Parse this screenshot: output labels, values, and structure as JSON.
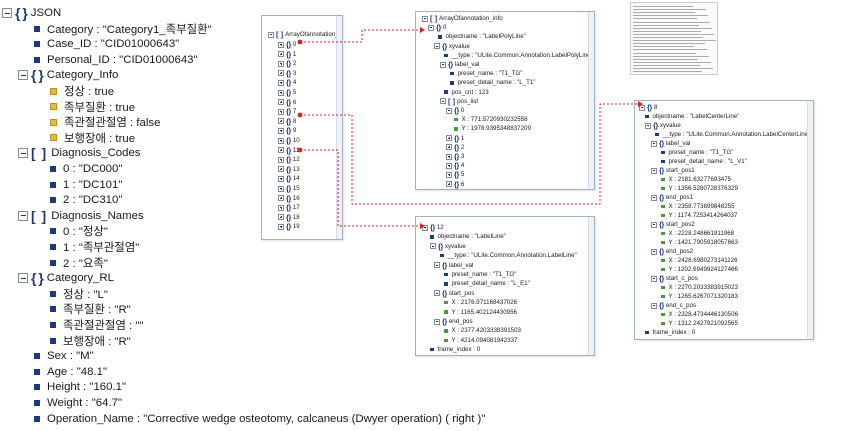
{
  "left_tree": {
    "root": "JSON",
    "rows": [
      {
        "kind": "root",
        "text": "JSON"
      },
      {
        "kind": "leaf",
        "text": "Category : \"Category1_족부질환\""
      },
      {
        "kind": "leaf",
        "text": "Case_ID : \"CID01000643\""
      },
      {
        "kind": "leaf",
        "text": "Personal_ID : \"CID01000643\""
      },
      {
        "kind": "object",
        "text": "Category_Info"
      },
      {
        "kind": "bool",
        "text": "정상 : true"
      },
      {
        "kind": "bool",
        "text": "족부질환 : true"
      },
      {
        "kind": "bool",
        "text": "족관절관절염 : false"
      },
      {
        "kind": "bool",
        "text": "보행장애 : true"
      },
      {
        "kind": "array",
        "text": "Diagnosis_Codes"
      },
      {
        "kind": "leaf",
        "text": "0 : \"DC000\""
      },
      {
        "kind": "leaf",
        "text": "1 : \"DC101\""
      },
      {
        "kind": "leaf",
        "text": "2 : \"DC310\""
      },
      {
        "kind": "array",
        "text": "Diagnosis_Names"
      },
      {
        "kind": "leaf",
        "text": "0 : \"정상\""
      },
      {
        "kind": "leaf",
        "text": "1 : \"족부관절염\""
      },
      {
        "kind": "leaf",
        "text": "2 : \"요족\""
      },
      {
        "kind": "object",
        "text": "Category_RL"
      },
      {
        "kind": "leaf",
        "text": "정상 : \"L\""
      },
      {
        "kind": "leaf",
        "text": "족부질환 : \"R\""
      },
      {
        "kind": "leaf",
        "text": "족관절관절염 : \"\""
      },
      {
        "kind": "leaf",
        "text": "보행장애 : \"R\""
      },
      {
        "kind": "leaf",
        "text": "Sex : \"M\""
      },
      {
        "kind": "leaf",
        "text": "Age : \"48.1\""
      },
      {
        "kind": "leaf",
        "text": "Height : \"160.1\""
      },
      {
        "kind": "leaf",
        "text": "Weight : \"64.7\""
      },
      {
        "kind": "leaf",
        "text": "Operation_Name : \"Corrective wedge osteotomy, calcaneus (Dwyer operation) ( right )\""
      }
    ]
  },
  "panel_array": {
    "header": "ArrayOfannotation_info",
    "items": [
      "0",
      "1",
      "2",
      "3",
      "4",
      "5",
      "6",
      "7",
      "8",
      "9",
      "10",
      "11",
      "12",
      "13",
      "14",
      "15",
      "16",
      "17",
      "18",
      "19"
    ]
  },
  "panel_item0": {
    "rows": [
      {
        "kind": "title",
        "text": "ArrayOfannotation_info"
      },
      {
        "kind": "object",
        "text": "0"
      },
      {
        "kind": "leaf",
        "text": "objectname : \"LabelPolyLine\""
      },
      {
        "kind": "object",
        "text": "xyvalue"
      },
      {
        "kind": "leaf",
        "text": "__type : \"ULite.Common.Annotation.LabelPolyLine\""
      },
      {
        "kind": "object",
        "text": "label_val"
      },
      {
        "kind": "leaf",
        "text": "preset_name : \"T1_TG\""
      },
      {
        "kind": "leaf",
        "text": "preset_detail_name : \"L_T1\""
      },
      {
        "kind": "leaf",
        "text": "pos_cnt : 123"
      },
      {
        "kind": "array",
        "text": "pos_list"
      },
      {
        "kind": "object",
        "text": "0"
      },
      {
        "kind": "gleaf",
        "text": "X : 771.5720930232558"
      },
      {
        "kind": "gleaf",
        "text": "Y : 1978.9395348837209"
      },
      {
        "kind": "collapsed",
        "text": "1"
      },
      {
        "kind": "collapsed",
        "text": "2"
      },
      {
        "kind": "collapsed",
        "text": "3"
      },
      {
        "kind": "collapsed",
        "text": "4"
      },
      {
        "kind": "collapsed",
        "text": "5"
      },
      {
        "kind": "collapsed",
        "text": "6"
      }
    ]
  },
  "panel_item8": {
    "rows": [
      {
        "kind": "object",
        "text": "8"
      },
      {
        "kind": "leaf",
        "text": "objectname : \"LabelCenterLine\""
      },
      {
        "kind": "object",
        "text": "xyvalue"
      },
      {
        "kind": "leaf",
        "text": "__type : \"ULite.Common.Annotation.LabelCenterLine\""
      },
      {
        "kind": "object",
        "text": "label_val"
      },
      {
        "kind": "leaf",
        "text": "preset_name : \"T1_TG\""
      },
      {
        "kind": "leaf",
        "text": "preset_detail_name : \"L_V1\""
      },
      {
        "kind": "object",
        "text": "start_pos1"
      },
      {
        "kind": "gleaf",
        "text": "X : 2181.63277693475"
      },
      {
        "kind": "gleaf",
        "text": "Y : 1356.5280728376329"
      },
      {
        "kind": "object",
        "text": "end_pos1"
      },
      {
        "kind": "gleaf",
        "text": "X : 2358.773899848255"
      },
      {
        "kind": "gleaf",
        "text": "Y : 1174.7253414264037"
      },
      {
        "kind": "object",
        "text": "start_pos2"
      },
      {
        "kind": "gleaf",
        "text": "X : 2228.248661911968"
      },
      {
        "kind": "gleaf",
        "text": "Y : 1421.7905918057663"
      },
      {
        "kind": "object",
        "text": "end_pos2"
      },
      {
        "kind": "gleaf",
        "text": "X : 2428.6980273141126"
      },
      {
        "kind": "gleaf",
        "text": "Y : 1202.6949924127466"
      },
      {
        "kind": "object",
        "text": "start_c_pos"
      },
      {
        "kind": "gleaf",
        "text": "X : 2270.2033383915023"
      },
      {
        "kind": "gleaf",
        "text": "Y : 1265.6267071320183"
      },
      {
        "kind": "object",
        "text": "end_c_pos"
      },
      {
        "kind": "gleaf",
        "text": "X : 2328.4734446130506"
      },
      {
        "kind": "gleaf",
        "text": "Y : 1312.2427921092565"
      },
      {
        "kind": "leaf",
        "text": "frame_index : 0"
      }
    ]
  },
  "panel_item12": {
    "rows": [
      {
        "kind": "object",
        "text": "12"
      },
      {
        "kind": "leaf",
        "text": "objectname : \"LabelLine\""
      },
      {
        "kind": "object",
        "text": "xyvalue"
      },
      {
        "kind": "leaf",
        "text": "__type : \"ULite.Common.Annotation.LabelLine\""
      },
      {
        "kind": "object",
        "text": "label_val"
      },
      {
        "kind": "leaf",
        "text": "preset_name : \"T1_TG\""
      },
      {
        "kind": "leaf",
        "text": "preset_detail_name : \"L_E1\""
      },
      {
        "kind": "object",
        "text": "start_pos"
      },
      {
        "kind": "gleaf",
        "text": "X : 2176.971168437026"
      },
      {
        "kind": "gleaf",
        "text": "Y : 1165.402124430956"
      },
      {
        "kind": "object",
        "text": "end_pos"
      },
      {
        "kind": "gleaf",
        "text": "X : 2377.4203338391503"
      },
      {
        "kind": "gleaf",
        "text": "Y : 4214.094081942337"
      },
      {
        "kind": "leaf",
        "text": "frame_index : 0"
      }
    ]
  },
  "colors": {
    "icon_blue": "#1f3a7a",
    "bool_yellow": "#e6b93a",
    "value_green": "#4a9a3a",
    "connector_red": "#e02020",
    "panel_border": "#9fb3c8"
  }
}
